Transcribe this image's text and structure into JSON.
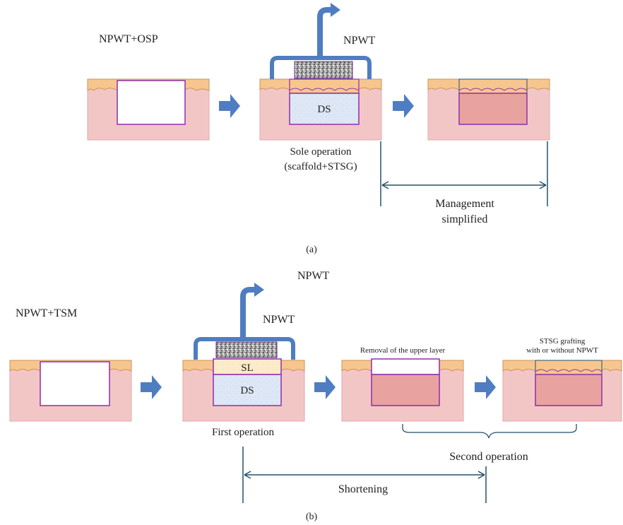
{
  "panel_a": {
    "method": "NPWT+OSP",
    "npwt": "NPWT",
    "ds": "DS",
    "operation_line1": "Sole operation",
    "operation_line2": "(scaffold+STSG)",
    "management_line1": "Management",
    "management_line2": "simplified",
    "caption": "(a)"
  },
  "panel_b": {
    "method": "NPWT+TSM",
    "npwt_top": "NPWT",
    "npwt": "NPWT",
    "sl": "SL",
    "ds": "DS",
    "first_operation": "First operation",
    "removal": "Removal of the upper layer",
    "stsg_line1": "STSG grafting",
    "stsg_line2": "with or without NPWT",
    "second_operation": "Second operation",
    "shortening": "Shortening",
    "caption": "(b)"
  },
  "colors": {
    "skin_block": "#f3c6c6",
    "epidermis": "#f7c68e",
    "wound_outline": "#8e2fa8",
    "dermal_substitute": "#dde7f5",
    "silicone_layer": "#fcebc9",
    "regenerated_dermis": "#e8a3a0",
    "npwt_blue": "#4f7dc1",
    "sponge": "#8a8a8a",
    "bracket": "#24506a"
  }
}
